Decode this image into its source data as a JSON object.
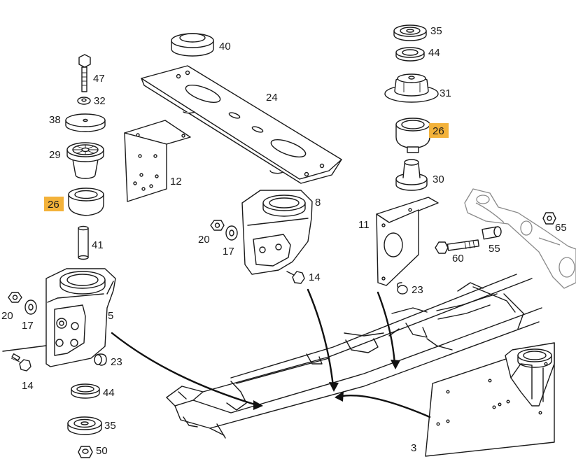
{
  "labels": {
    "p47": "47",
    "p32": "32",
    "p38": "38",
    "p29": "29",
    "p26a": "26",
    "p41": "41",
    "p20a": "20",
    "p17a": "17",
    "p5": "5",
    "p23a": "23",
    "p14a": "14",
    "p44a": "44",
    "p35a": "35",
    "p50": "50",
    "p40": "40",
    "p24": "24",
    "p12": "12",
    "p8": "8",
    "p20b": "20",
    "p17b": "17",
    "p14b": "14",
    "p35b": "35",
    "p44b": "44",
    "p31": "31",
    "p26b": "26",
    "p30": "30",
    "p11": "11",
    "p23b": "23",
    "p60": "60",
    "p55": "55",
    "p65": "65",
    "p3": "3"
  },
  "highlight_color": "#f3b23a"
}
